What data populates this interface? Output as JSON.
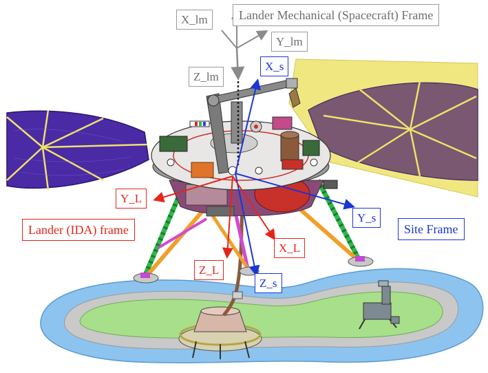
{
  "labels": {
    "lander_mech_frame": "Lander Mechanical (Spacecraft) Frame",
    "x_lm": "X_lm",
    "y_lm": "Y_lm",
    "z_lm": "Z_lm",
    "x_s": "X_s",
    "y_s": "Y_s",
    "z_s": "Z_s",
    "site_frame": "Site Frame",
    "y_l": "Y_L",
    "x_l": "X_L",
    "z_l": "Z_L",
    "lander_ida_frame": "Lander (IDA) frame"
  },
  "colors": {
    "lander_mechanical_frame": "#6e6e6e",
    "site_frame": "#1a36d6",
    "lander_ida_frame": "#e3261b",
    "solar_panel": "#4b2aa6",
    "solar_panel_highlight": "#efe36a",
    "ground_outer": "#8dc4ef",
    "ground_inner": "#a8df8a"
  }
}
